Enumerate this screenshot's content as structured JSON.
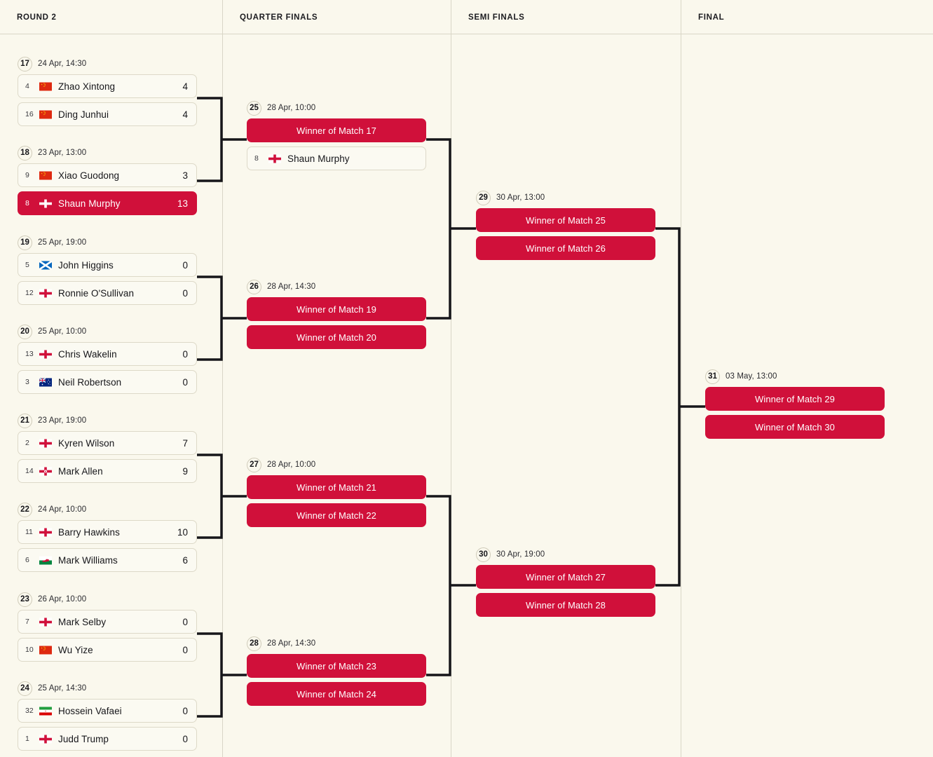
{
  "columns": [
    {
      "id": "round2",
      "label": "ROUND 2"
    },
    {
      "id": "quarter",
      "label": "QUARTER FINALS"
    },
    {
      "id": "semi",
      "label": "SEMI FINALS"
    },
    {
      "id": "final",
      "label": "FINAL"
    }
  ],
  "colors": {
    "background": "#faf8ed",
    "accent": "#d0103a",
    "card_border": "#ddd9c8",
    "line": "#16161a",
    "text": "#16161a"
  },
  "matches": {
    "m17": {
      "number": "17",
      "date": "24 Apr, 14:30",
      "teams": [
        {
          "seed": "4",
          "name": "Zhao Xintong",
          "score": "4",
          "flag": "cn-flag-icon",
          "winner": false
        },
        {
          "seed": "16",
          "name": "Ding Junhui",
          "score": "4",
          "flag": "cn-flag-icon",
          "winner": false
        }
      ]
    },
    "m18": {
      "number": "18",
      "date": "23 Apr, 13:00",
      "teams": [
        {
          "seed": "9",
          "name": "Xiao Guodong",
          "score": "3",
          "flag": "cn-flag-icon",
          "winner": false
        },
        {
          "seed": "8",
          "name": "Shaun Murphy",
          "score": "13",
          "flag": "en-flag-icon",
          "winner": true
        }
      ]
    },
    "m19": {
      "number": "19",
      "date": "25 Apr, 19:00",
      "teams": [
        {
          "seed": "5",
          "name": "John Higgins",
          "score": "0",
          "flag": "sct-flag-icon",
          "winner": false
        },
        {
          "seed": "12",
          "name": "Ronnie O'Sullivan",
          "score": "0",
          "flag": "en-flag-icon",
          "winner": false
        }
      ]
    },
    "m20": {
      "number": "20",
      "date": "25 Apr, 10:00",
      "teams": [
        {
          "seed": "13",
          "name": "Chris Wakelin",
          "score": "0",
          "flag": "en-flag-icon",
          "winner": false
        },
        {
          "seed": "3",
          "name": "Neil Robertson",
          "score": "0",
          "flag": "au-flag-icon",
          "winner": false
        }
      ]
    },
    "m21": {
      "number": "21",
      "date": "23 Apr, 19:00",
      "teams": [
        {
          "seed": "2",
          "name": "Kyren Wilson",
          "score": "7",
          "flag": "en-flag-icon",
          "winner": false
        },
        {
          "seed": "14",
          "name": "Mark Allen",
          "score": "9",
          "flag": "nir-flag-icon",
          "winner": false
        }
      ]
    },
    "m22": {
      "number": "22",
      "date": "24 Apr, 10:00",
      "teams": [
        {
          "seed": "11",
          "name": "Barry Hawkins",
          "score": "10",
          "flag": "en-flag-icon",
          "winner": false
        },
        {
          "seed": "6",
          "name": "Mark Williams",
          "score": "6",
          "flag": "wal-flag-icon",
          "winner": false
        }
      ]
    },
    "m23": {
      "number": "23",
      "date": "26 Apr, 10:00",
      "teams": [
        {
          "seed": "7",
          "name": "Mark Selby",
          "score": "0",
          "flag": "en-flag-icon",
          "winner": false
        },
        {
          "seed": "10",
          "name": "Wu Yize",
          "score": "0",
          "flag": "cn-flag-icon",
          "winner": false
        }
      ]
    },
    "m24": {
      "number": "24",
      "date": "25 Apr, 14:30",
      "teams": [
        {
          "seed": "32",
          "name": "Hossein Vafaei",
          "score": "0",
          "flag": "ir-flag-icon",
          "winner": false
        },
        {
          "seed": "1",
          "name": "Judd Trump",
          "score": "0",
          "flag": "en-flag-icon",
          "winner": false
        }
      ]
    },
    "m25": {
      "number": "25",
      "date": "28 Apr, 10:00",
      "teams": [
        {
          "seed": "",
          "name": "Winner of Match 17",
          "score": "",
          "flag": "",
          "placeholder": true
        },
        {
          "seed": "8",
          "name": "Shaun Murphy",
          "score": "",
          "flag": "en-flag-icon",
          "winner": false
        }
      ]
    },
    "m26": {
      "number": "26",
      "date": "28 Apr, 14:30",
      "teams": [
        {
          "seed": "",
          "name": "Winner of Match 19",
          "score": "",
          "flag": "",
          "placeholder": true
        },
        {
          "seed": "",
          "name": "Winner of Match 20",
          "score": "",
          "flag": "",
          "placeholder": true
        }
      ]
    },
    "m27": {
      "number": "27",
      "date": "28 Apr, 10:00",
      "teams": [
        {
          "seed": "",
          "name": "Winner of Match 21",
          "score": "",
          "flag": "",
          "placeholder": true
        },
        {
          "seed": "",
          "name": "Winner of Match 22",
          "score": "",
          "flag": "",
          "placeholder": true
        }
      ]
    },
    "m28": {
      "number": "28",
      "date": "28 Apr, 14:30",
      "teams": [
        {
          "seed": "",
          "name": "Winner of Match 23",
          "score": "",
          "flag": "",
          "placeholder": true
        },
        {
          "seed": "",
          "name": "Winner of Match 24",
          "score": "",
          "flag": "",
          "placeholder": true
        }
      ]
    },
    "m29": {
      "number": "29",
      "date": "30 Apr, 13:00",
      "teams": [
        {
          "seed": "",
          "name": "Winner of Match 25",
          "score": "",
          "flag": "",
          "placeholder": true
        },
        {
          "seed": "",
          "name": "Winner of Match 26",
          "score": "",
          "flag": "",
          "placeholder": true
        }
      ]
    },
    "m30": {
      "number": "30",
      "date": "30 Apr, 19:00",
      "teams": [
        {
          "seed": "",
          "name": "Winner of Match 27",
          "score": "",
          "flag": "",
          "placeholder": true
        },
        {
          "seed": "",
          "name": "Winner of Match 28",
          "score": "",
          "flag": "",
          "placeholder": true
        }
      ]
    },
    "m31": {
      "number": "31",
      "date": "03 May, 13:00",
      "teams": [
        {
          "seed": "",
          "name": "Winner of Match 29",
          "score": "",
          "flag": "",
          "placeholder": true
        },
        {
          "seed": "",
          "name": "Winner of Match 30",
          "score": "",
          "flag": "",
          "placeholder": true
        }
      ]
    }
  }
}
